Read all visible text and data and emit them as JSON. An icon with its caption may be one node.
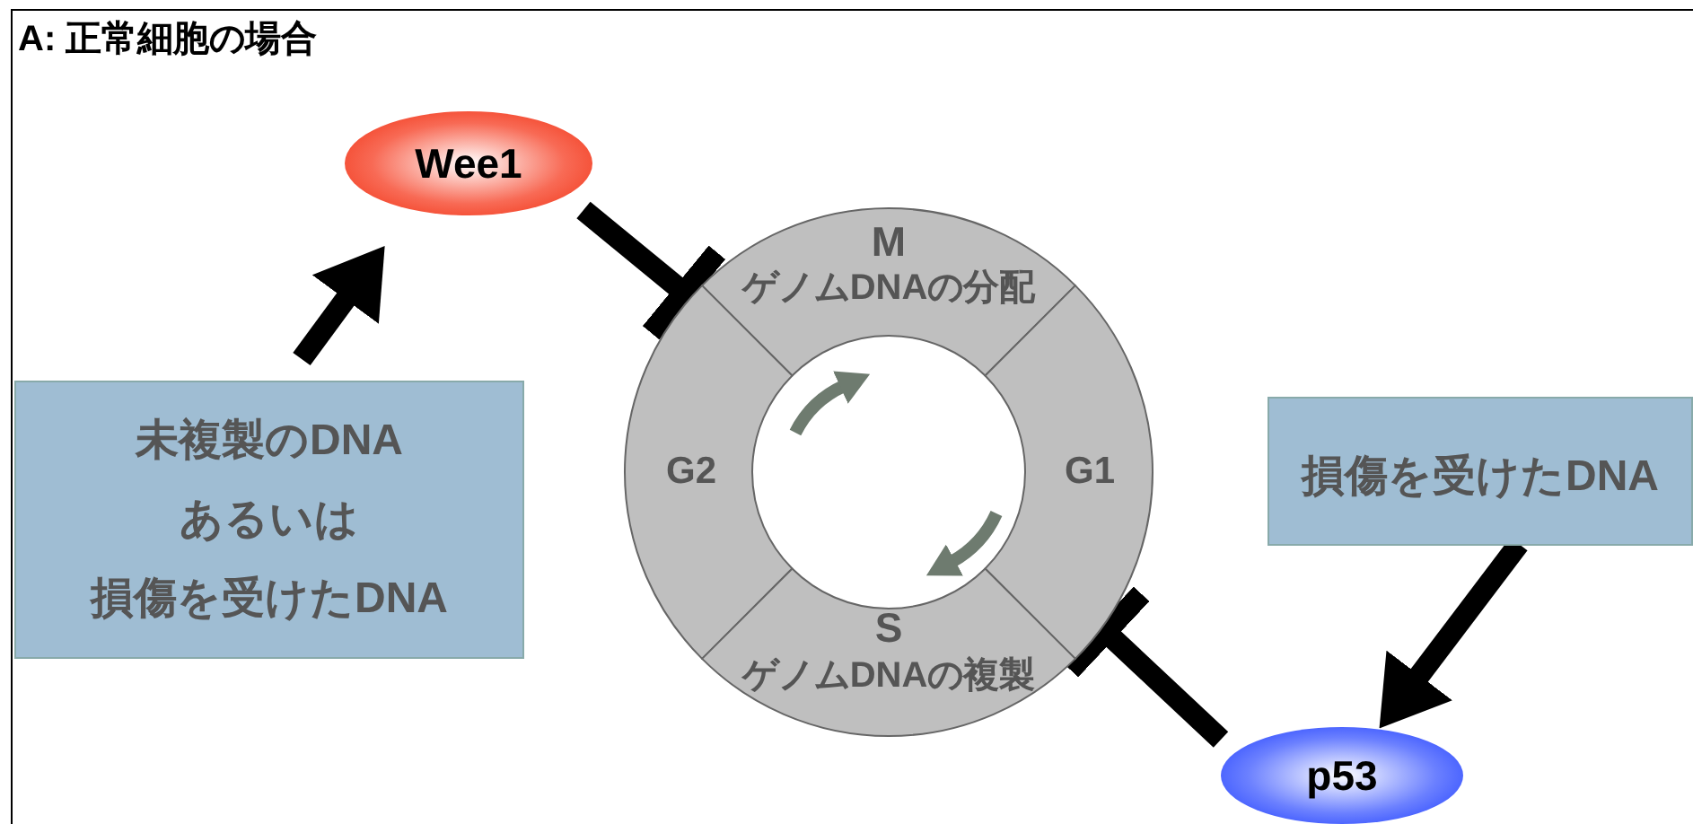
{
  "diagram": {
    "title": "A: 正常細胞の場合",
    "nodes": [
      {
        "text": [
          "Wee1"
        ]
      },
      {
        "text": [
          "未複製のDNA",
          "あるいは",
          "損傷を受けたDNA"
        ]
      },
      {
        "text": [
          "M",
          "ゲノムDNAの分配"
        ]
      },
      {
        "text": [
          "G2"
        ]
      },
      {
        "text": [
          "G1"
        ]
      },
      {
        "text": [
          "S",
          "ゲノムDNAの複製"
        ]
      },
      {
        "text": [
          "損傷を受けたDNA"
        ]
      },
      {
        "text": [
          "p53"
        ]
      }
    ],
    "edges": [
      {
        "from": 1,
        "to": 0,
        "arrow": "to"
      },
      {
        "from": 0,
        "to": 3,
        "arrow": "other"
      },
      {
        "from": 6,
        "to": 7,
        "arrow": "to"
      },
      {
        "from": 7,
        "to": 4,
        "arrow": "other"
      }
    ]
  }
}
